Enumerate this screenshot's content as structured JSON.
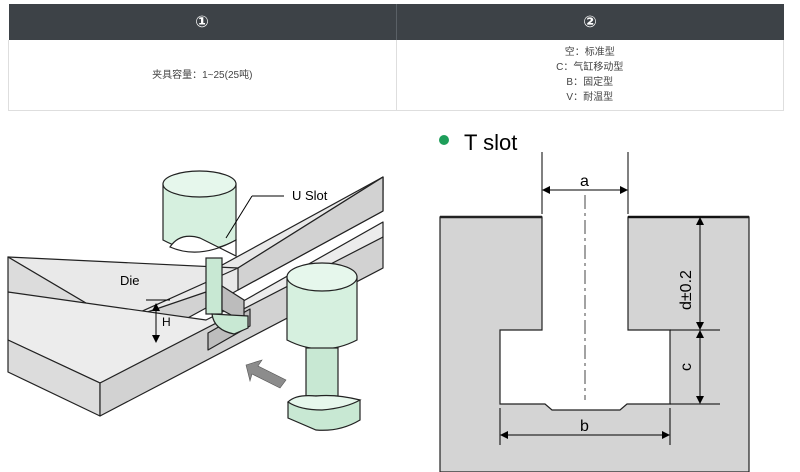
{
  "table": {
    "headers": [
      "①",
      "②"
    ],
    "capacity": "夹具容量：1~25(25吨)",
    "options": [
      "空：标准型",
      "C：气缸移动型",
      "B：固定型",
      "V：耐温型"
    ]
  },
  "left_diagram": {
    "u_slot_label": "U Slot",
    "die_label": "Die",
    "h_label": "H"
  },
  "right_diagram": {
    "title": "T slot",
    "dim_a": "a",
    "dim_b": "b",
    "dim_c": "c",
    "dim_d": "d±0.2"
  },
  "colors": {
    "header_bg": "#3d4247",
    "bullet": "#1e9e5a",
    "clamp_fill": "#d6f0df",
    "metal_gray": "#d4d4d4"
  }
}
